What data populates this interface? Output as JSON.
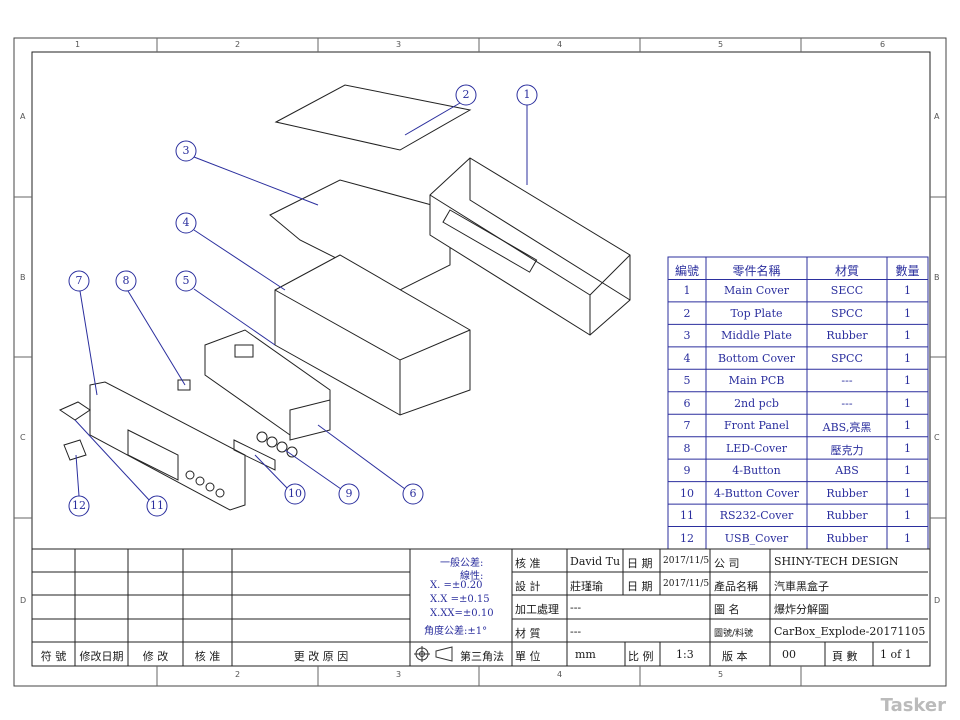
{
  "zones": {
    "cols": [
      "1",
      "2",
      "3",
      "4",
      "5",
      "6"
    ],
    "rows": [
      "A",
      "B",
      "C",
      "D"
    ]
  },
  "balloons": [
    "1",
    "2",
    "3",
    "4",
    "5",
    "6",
    "7",
    "8",
    "9",
    "10",
    "11",
    "12"
  ],
  "bom": {
    "headers": [
      "編號",
      "零件名稱",
      "材質",
      "數量"
    ],
    "rows": [
      [
        "1",
        "Main Cover",
        "SECC",
        "1"
      ],
      [
        "2",
        "Top Plate",
        "SPCC",
        "1"
      ],
      [
        "3",
        "Middle Plate",
        "Rubber",
        "1"
      ],
      [
        "4",
        "Bottom Cover",
        "SPCC",
        "1"
      ],
      [
        "5",
        "Main PCB",
        "---",
        "1"
      ],
      [
        "6",
        "2nd pcb",
        "---",
        "1"
      ],
      [
        "7",
        "Front Panel",
        "ABS,亮黑",
        "1"
      ],
      [
        "8",
        "LED-Cover",
        "壓克力",
        "1"
      ],
      [
        "9",
        "4-Button",
        "ABS",
        "1"
      ],
      [
        "10",
        "4-Button Cover",
        "Rubber",
        "1"
      ],
      [
        "11",
        "RS232-Cover",
        "Rubber",
        "1"
      ],
      [
        "12",
        "USB_Cover",
        "Rubber",
        "1"
      ]
    ]
  },
  "revision": {
    "headers": [
      "符 號",
      "修改日期",
      "修  改",
      "核  准",
      "更 改 原 因"
    ]
  },
  "tolerance": {
    "title": "一般公差:",
    "linear": "線性:",
    "x": "X.   =±0.20",
    "xx": "X.X =±0.15",
    "xxx": "X.XX=±0.10",
    "angle": "角度公差:±1°",
    "projection": "第三角法"
  },
  "title_block": {
    "approve_label": "核      准",
    "approve_value": "David Tu",
    "design_label": "設      計",
    "design_value": "莊瑾瑜",
    "date_label": "日  期",
    "approve_date": "2017/11/5",
    "design_date": "2017/11/5",
    "process_label": "加工處理",
    "process_value": "---",
    "material_label": "材      質",
    "material_value": "---",
    "unit_label": "單      位",
    "unit_value": "mm",
    "scale_label": "比  例",
    "scale_value": "1:3",
    "company_label": "公      司",
    "company_value": "SHINY-TECH DESIGN",
    "product_label": "產品名稱",
    "product_value": "汽車黑盒子",
    "drawing_label": "圖      名",
    "drawing_value": "爆炸分解圖",
    "number_label": "圖號/料號",
    "number_value": "CarBox_Explode-20171105",
    "version_label": "版  本",
    "version_value": "00",
    "pages_label": "頁  數",
    "pages_value": "1 of 1"
  },
  "watermark": "Tasker"
}
